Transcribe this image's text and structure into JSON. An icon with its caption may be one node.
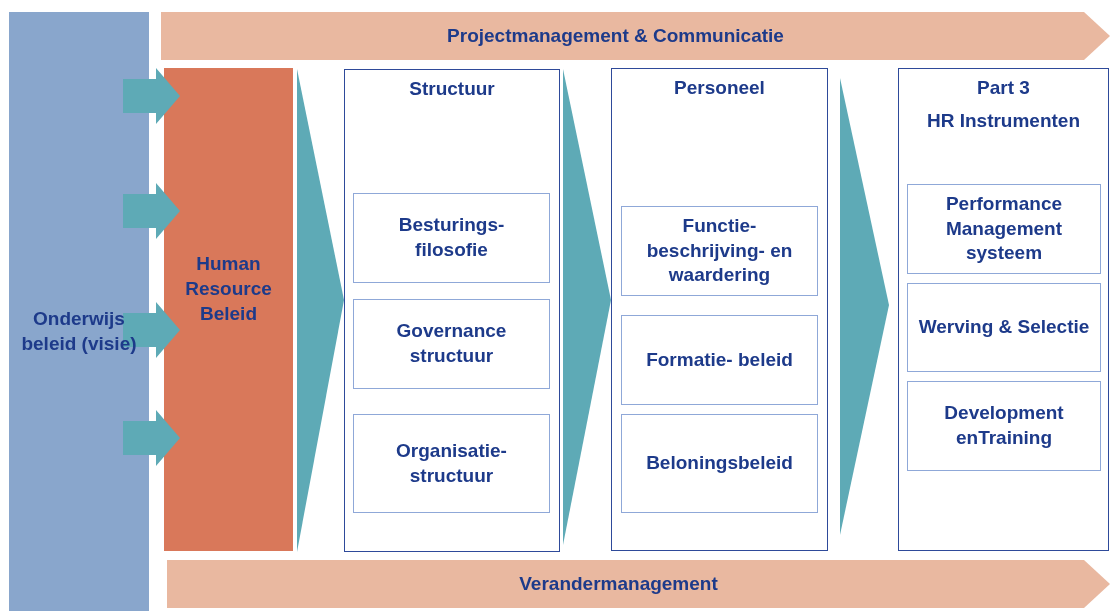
{
  "diagram": {
    "nodes": [
      {
        "text": [
          "Onderwijs beleid (visie)"
        ]
      },
      {
        "text": [
          "Projectmanagement & Communicatie"
        ]
      },
      {
        "text": [
          "Human Resource Beleid"
        ]
      },
      {
        "text": [
          "Structuur"
        ]
      },
      {
        "text": [
          "Besturings- filosofie"
        ],
        "in": 3
      },
      {
        "text": [
          "Governance structuur"
        ],
        "in": 3
      },
      {
        "text": [
          "Organisatie- structuur"
        ],
        "in": 3
      },
      {
        "text": [
          "Personeel"
        ]
      },
      {
        "text": [
          "Functie- beschrijving- en waardering"
        ],
        "in": 7
      },
      {
        "text": [
          "Formatie- beleid"
        ],
        "in": 7
      },
      {
        "text": [
          "Beloningsbeleid"
        ],
        "in": 7
      },
      {
        "text": [
          "Part 3",
          "HR Instrumenten"
        ]
      },
      {
        "text": [
          "Performance Management systeem"
        ],
        "in": 11
      },
      {
        "text": [
          "Werving & Selectie"
        ],
        "in": 11
      },
      {
        "text": [
          "Development enTraining"
        ],
        "in": 11
      },
      {
        "text": [
          "Verandermanagement"
        ]
      }
    ],
    "edges": [
      {
        "from": 0,
        "to": 2,
        "arrow": "to"
      },
      {
        "from": 0,
        "to": 2,
        "arrow": "to"
      },
      {
        "from": 0,
        "to": 2,
        "arrow": "to"
      },
      {
        "from": 0,
        "to": 2,
        "arrow": "to"
      },
      {
        "from": 2,
        "to": 3,
        "arrow": "to"
      },
      {
        "from": 3,
        "to": 7,
        "arrow": "to"
      },
      {
        "from": 7,
        "to": 11,
        "arrow": "to"
      }
    ]
  }
}
